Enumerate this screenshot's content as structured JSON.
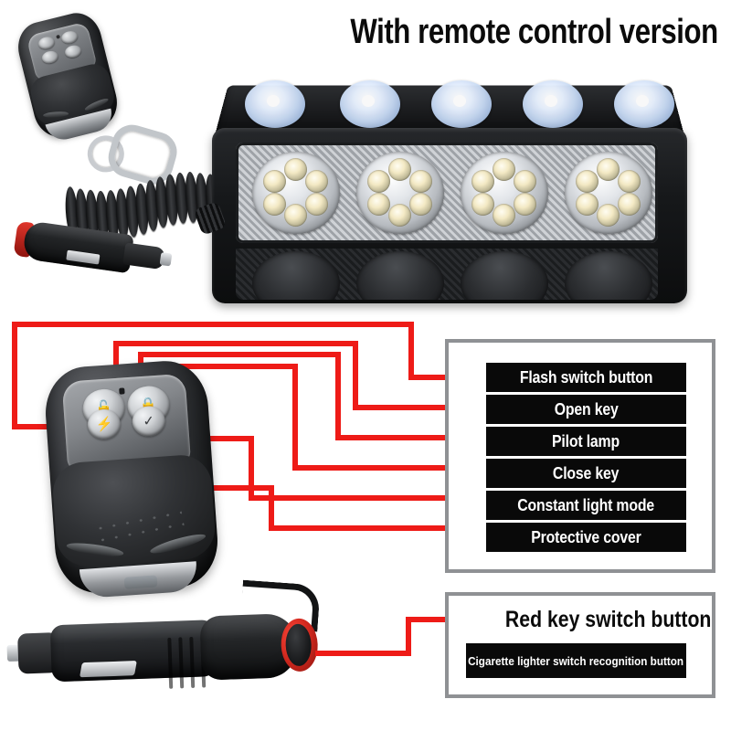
{
  "header": {
    "title": "With remote control version"
  },
  "colors": {
    "leader_line": "#ee1b17",
    "legend_border": "#8f9194",
    "label_bar_bg": "#090909",
    "label_bar_text": "#ffffff",
    "accent_red": "#ee1b17"
  },
  "products": {
    "keyfob_small": {
      "name": "small-remote-with-keychain",
      "buttons": 4
    },
    "light_bar": {
      "name": "led-strobe-light-bar",
      "suction_cups": 5,
      "led_clusters": 4,
      "leds_per_cluster": 6
    },
    "keyfob_large": {
      "name": "remote-control-detail",
      "button_glyphs": [
        "open-lock-icon",
        "close-lock-icon",
        "flash-icon",
        "check-icon"
      ],
      "has_pilot_lamp": true
    },
    "cigarette_plug": {
      "name": "cigarette-lighter-plug",
      "has_red_button": true
    }
  },
  "legend_main": {
    "labels": [
      {
        "label": "Flash switch button"
      },
      {
        "label": "Open key"
      },
      {
        "label": "Pilot lamp"
      },
      {
        "label": "Close key"
      },
      {
        "label": "Constant light mode"
      },
      {
        "label": "Protective cover"
      }
    ]
  },
  "legend_plug": {
    "title": "Red key switch button",
    "subtitle": "Cigarette lighter switch recognition button"
  }
}
